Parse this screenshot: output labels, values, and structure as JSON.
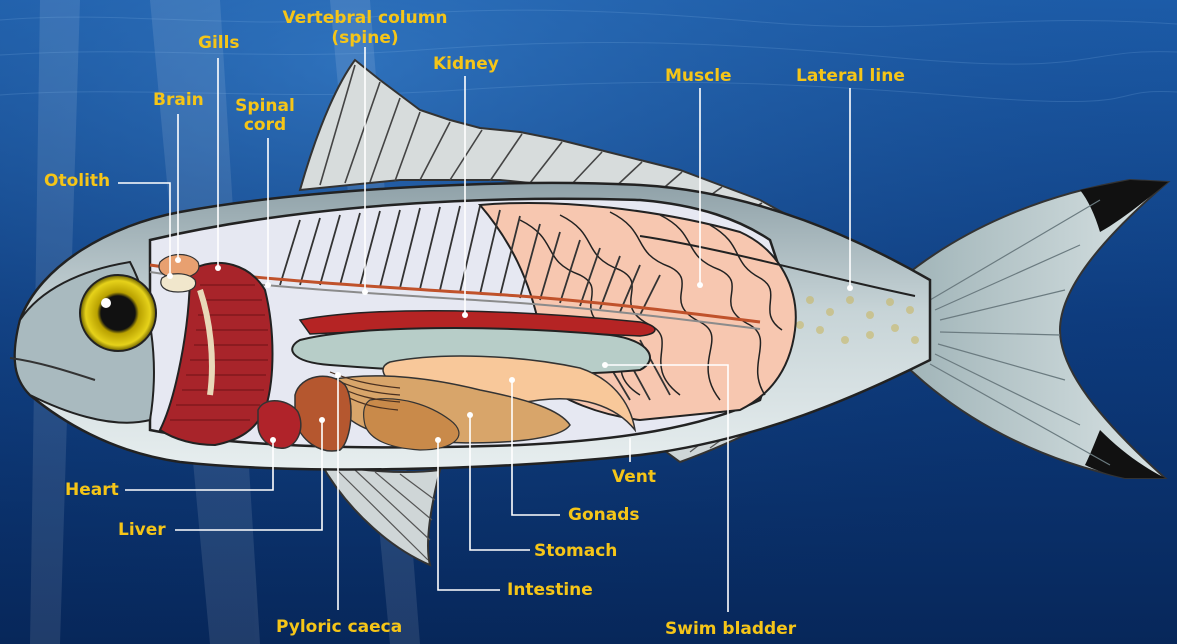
{
  "colors": {
    "label_text": "#f5c518",
    "leader_line": "#ffffff",
    "background_top": "#1d5fae",
    "background_bottom": "#07275a",
    "gill_red": "#a8242a",
    "muscle": "#f7c7b0",
    "swim_bladder": "#b7cdc8",
    "gonads": "#f8c89a",
    "stomach": "#d8a56a",
    "liver": "#b5572f",
    "kidney": "#b52424",
    "spinal_cord": "#c0522b"
  },
  "labels": {
    "vertebral_column": "Vertebral column",
    "vertebral_column_2": "(spine)",
    "gills": "Gills",
    "kidney": "Kidney",
    "muscle": "Muscle",
    "lateral_line": "Lateral line",
    "brain": "Brain",
    "spinal_cord": "Spinal",
    "spinal_cord_2": "cord",
    "otolith": "Otolith",
    "heart": "Heart",
    "liver": "Liver",
    "pyloric_caeca": "Pyloric caeca",
    "intestine": "Intestine",
    "stomach": "Stomach",
    "gonads": "Gonads",
    "vent": "Vent",
    "swim_bladder": "Swim bladder"
  }
}
